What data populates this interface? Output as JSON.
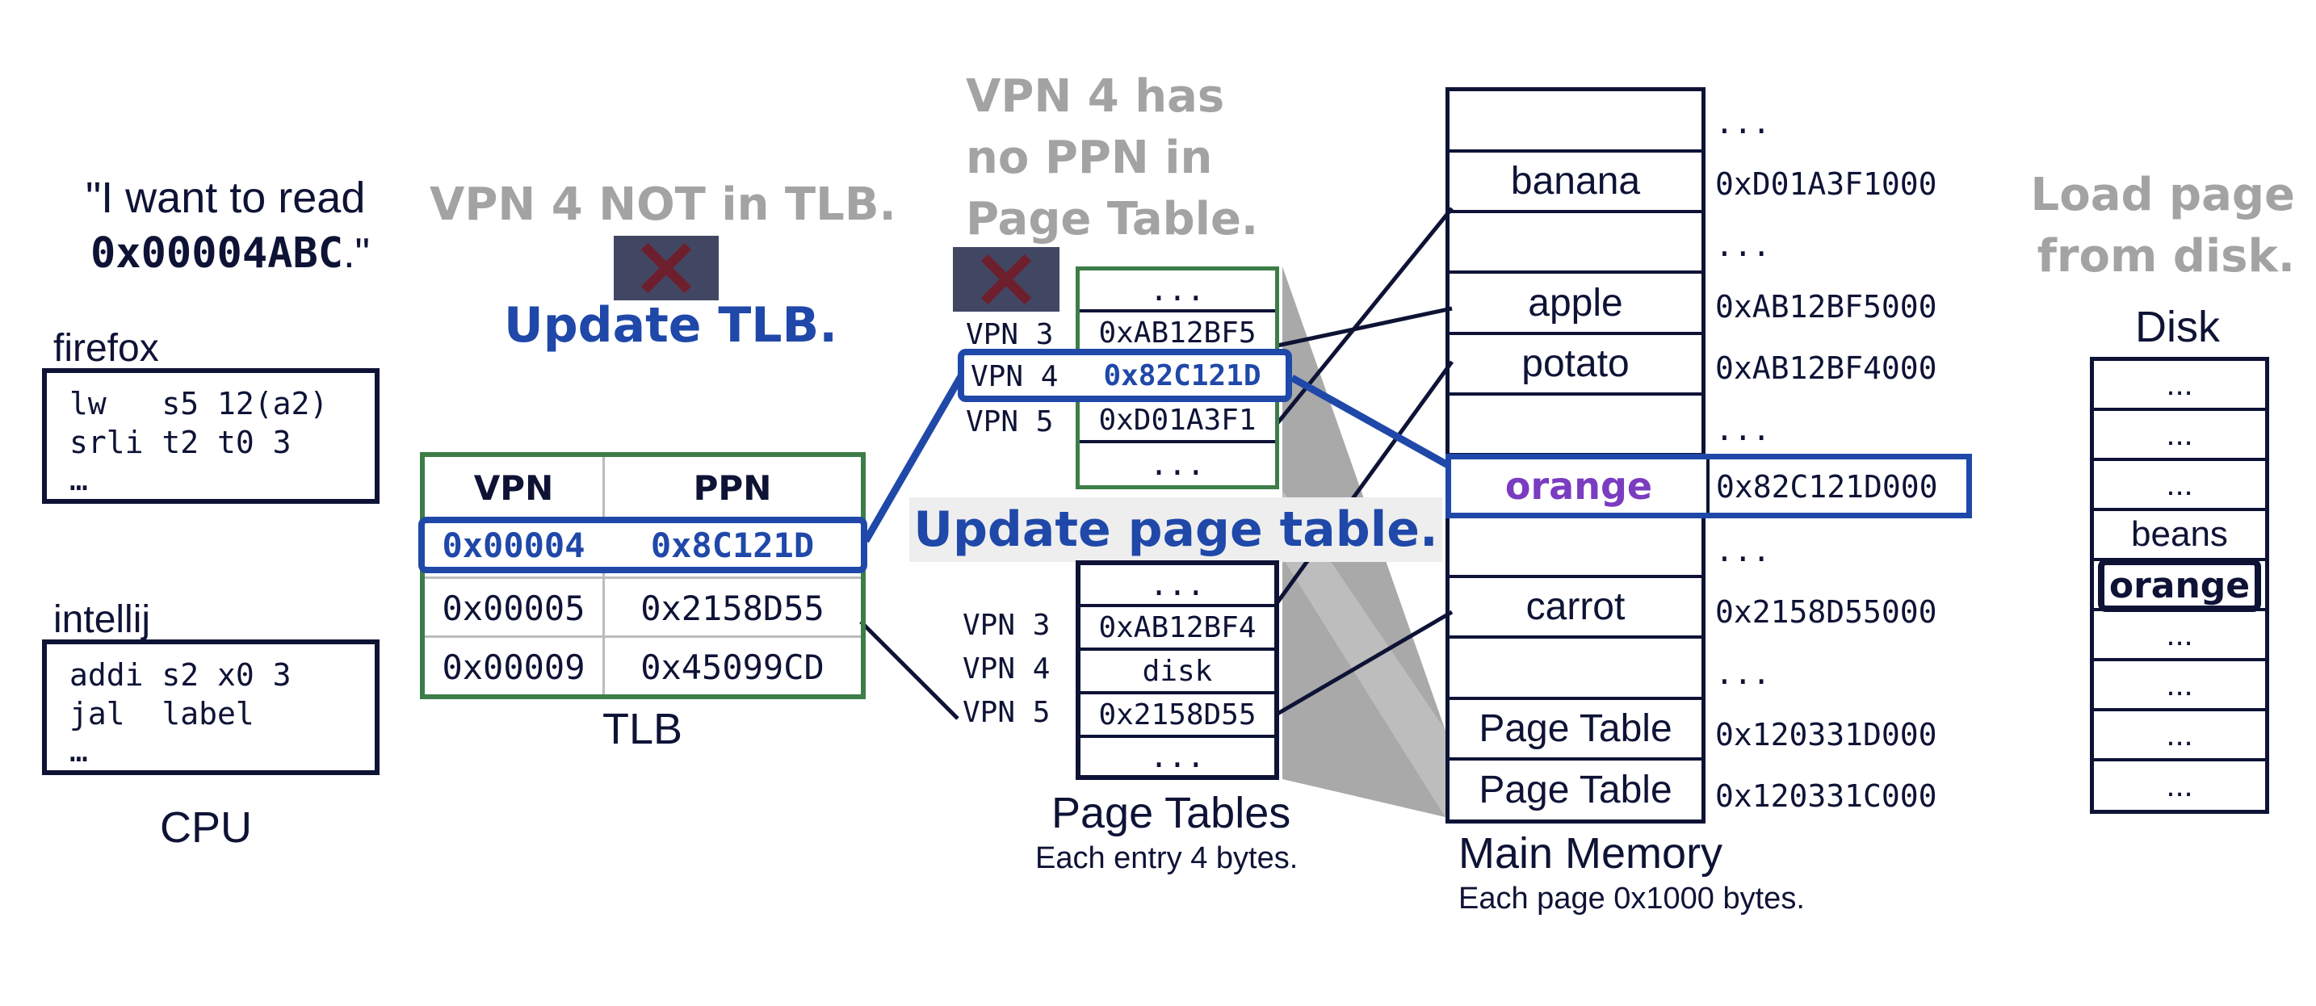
{
  "cpu": {
    "quote_line1": "\"I want to read",
    "quote_addr": "0x00004ABC",
    "quote_end": ".\"",
    "label": "CPU",
    "processes": [
      {
        "name": "firefox",
        "lines": [
          "lw   s5 12(a2)",
          "srli t2 t0 3",
          "…"
        ]
      },
      {
        "name": "intellij",
        "lines": [
          "addi s2 x0 3",
          "jal  label",
          "…"
        ]
      }
    ]
  },
  "steps": {
    "tlb_miss": "VPN 4 NOT in TLB.",
    "update_tlb": "Update TLB.",
    "pt_miss": [
      "VPN 4 has",
      "no PPN in",
      "Page Table."
    ],
    "update_pt": "Update page table.",
    "load_disk": [
      "Load page",
      "from disk."
    ]
  },
  "tlb": {
    "label": "TLB",
    "headers": [
      "VPN",
      "PPN"
    ],
    "rows": [
      [
        "0x00004",
        "0x8C121D"
      ],
      [
        "0x00005",
        "0x2158D55"
      ],
      [
        "0x00009",
        "0x45099CD"
      ]
    ]
  },
  "page_tables": {
    "label": "Page Tables",
    "sublabel": "Each entry 4 bytes.",
    "firefox": [
      {
        "vpn": "",
        "ppn": "..."
      },
      {
        "vpn": "VPN 3",
        "ppn": "0xAB12BF5"
      },
      {
        "vpn": "VPN 4",
        "ppn": "0x82C121D"
      },
      {
        "vpn": "VPN 5",
        "ppn": "0xD01A3F1"
      },
      {
        "vpn": "",
        "ppn": "..."
      }
    ],
    "intellij": [
      {
        "vpn": "",
        "ppn": "..."
      },
      {
        "vpn": "VPN 3",
        "ppn": "0xAB12BF4"
      },
      {
        "vpn": "VPN 4",
        "ppn": "disk"
      },
      {
        "vpn": "VPN 5",
        "ppn": "0x2158D55"
      },
      {
        "vpn": "",
        "ppn": "..."
      }
    ]
  },
  "memory": {
    "label": "Main Memory",
    "sublabel": "Each page 0x1000 bytes.",
    "rows": [
      {
        "content": "",
        "addr": "..."
      },
      {
        "content": "banana",
        "addr": "0xD01A3F1000"
      },
      {
        "content": "",
        "addr": "..."
      },
      {
        "content": "apple",
        "addr": "0xAB12BF5000"
      },
      {
        "content": "potato",
        "addr": "0xAB12BF4000"
      },
      {
        "content": "",
        "addr": "..."
      },
      {
        "content": "orange",
        "addr": "0x82C121D000"
      },
      {
        "content": "",
        "addr": "..."
      },
      {
        "content": "carrot",
        "addr": "0x2158D55000"
      },
      {
        "content": "",
        "addr": "..."
      },
      {
        "content": "Page Table",
        "addr": "0x120331D000"
      },
      {
        "content": "Page Table",
        "addr": "0x120331C000"
      }
    ]
  },
  "disk": {
    "label": "Disk",
    "rows": [
      "...",
      "...",
      "...",
      "beans",
      "orange",
      "...",
      "...",
      "...",
      "..."
    ]
  },
  "colors": {
    "navy": "#0e1336",
    "blue": "#1f48a9",
    "green": "#3c7d48",
    "gray": "#a3a3a3",
    "purple": "#7a3cc0",
    "xbox": "#414763",
    "xmark": "#6e1f2e"
  }
}
